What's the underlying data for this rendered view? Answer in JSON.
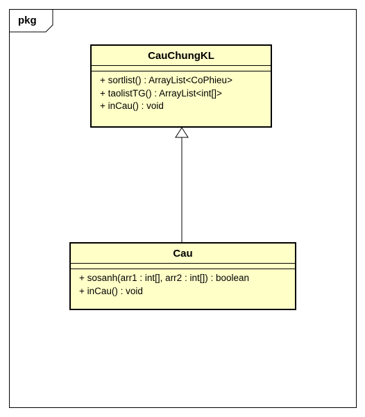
{
  "package": {
    "label": "pkg"
  },
  "classes": [
    {
      "name": "CauChungKL",
      "operations": [
        "+ sortlist() : ArrayList<CoPhieu>",
        "+ taolistTG() : ArrayList<int[]>",
        "+ inCau() : void"
      ]
    },
    {
      "name": "Cau",
      "operations": [
        "+ sosanh(arr1 : int[], arr2 : int[]) : boolean",
        "+ inCau() : void"
      ]
    }
  ],
  "relationships": [
    {
      "type": "generalization",
      "from": "Cau",
      "to": "CauChungKL"
    }
  ],
  "colors": {
    "class_fill": "#ffffc8",
    "line": "#000000",
    "background": "#ffffff"
  }
}
